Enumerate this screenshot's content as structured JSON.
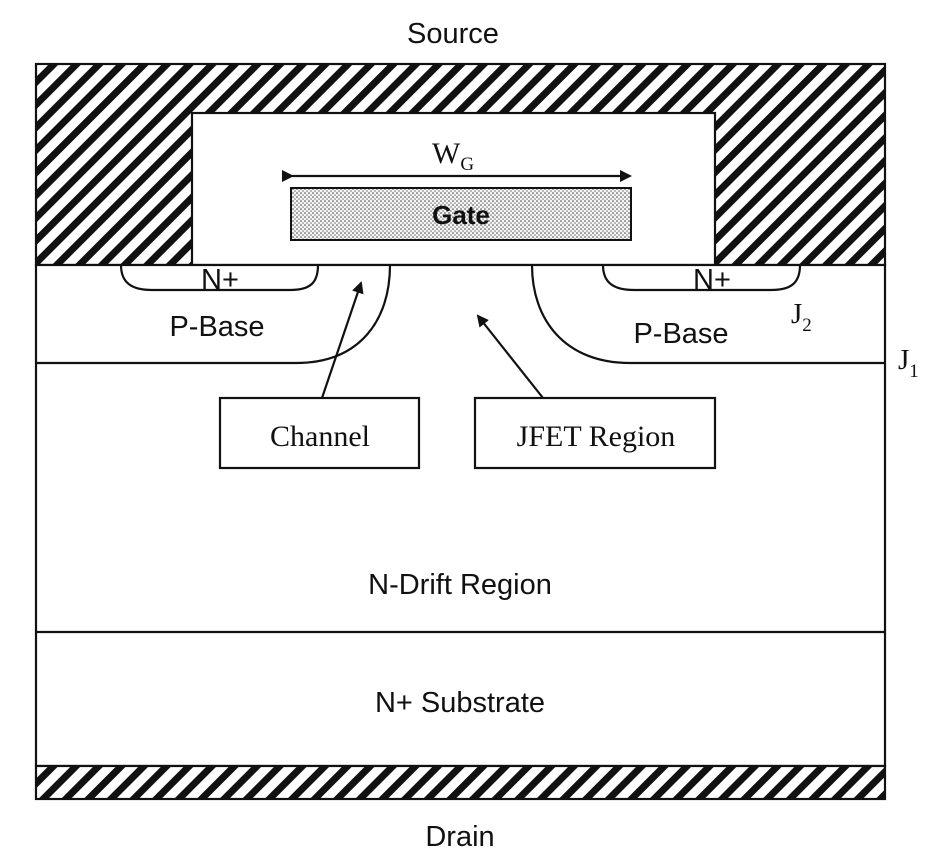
{
  "labels": {
    "source": "Source",
    "drain": "Drain",
    "gate": "Gate",
    "wg_main": "W",
    "wg_sub": "G",
    "n_plus_left": "N+",
    "n_plus_right": "N+",
    "p_base_left": "P-Base",
    "p_base_right": "P-Base",
    "j2_main": "J",
    "j2_sub": "2",
    "j1_main": "J",
    "j1_sub": "1",
    "channel": "Channel",
    "jfet_region": "JFET Region",
    "n_drift": "N-Drift Region",
    "n_substrate": "N+ Substrate"
  }
}
